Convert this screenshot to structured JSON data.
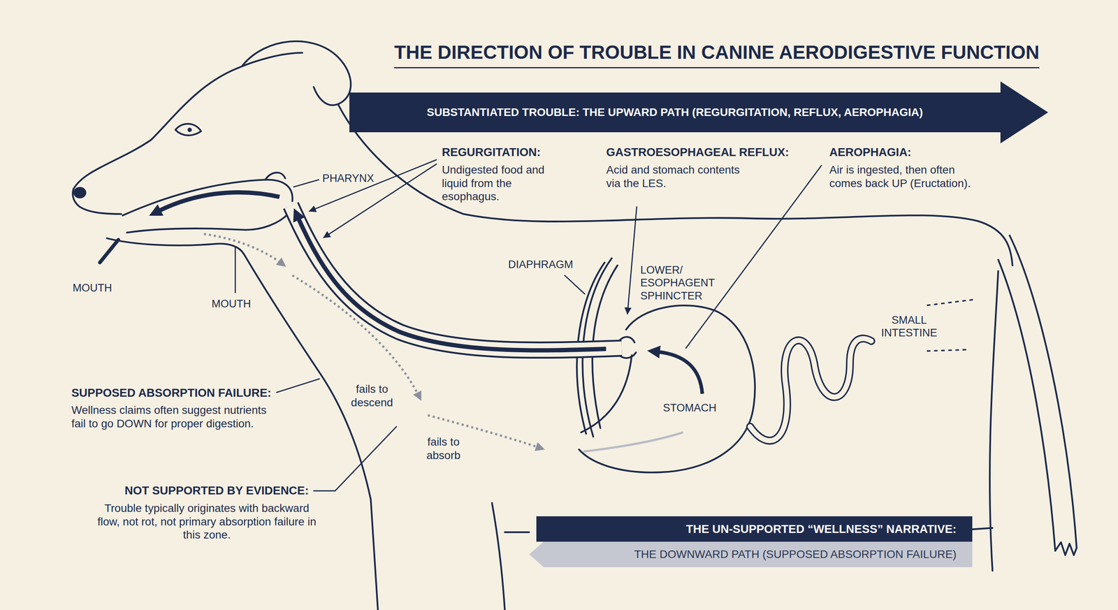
{
  "diagram": {
    "title": "THE DIRECTION OF TROUBLE IN CANINE AERODIGESTIVE FUNCTION",
    "nodes": [
      {
        "text": [
          "SUBSTANTIATED TROUBLE: THE UPWARD PATH (REGURGITATION, REFLUX, AEROPHAGIA)"
        ]
      },
      {
        "text": [
          "THE UN-SUPPORTED “WELLNESS” NARRATIVE:",
          "THE DOWNWARD PATH (SUPPOSED ABSORPTION FAILURE)"
        ]
      }
    ],
    "labels": [
      "REGURGITATION:",
      "Undigested food and liquid from the esophagus.",
      "GASTROESOPHAGEAL REFLUX:",
      "Acid and stomach contents via the LES.",
      "AEROPHAGIA:",
      "Air is ingested, then often comes back UP (Eructation).",
      "PHARYNX",
      "DIAPHRAGM",
      "LOWER/ ESOPHAGENT SPHINCTER",
      "MOUTH",
      "MOUTH",
      "SMALL INTESTINE",
      "SUPPOSED ABSORPTION FAILURE:",
      "Wellness claims often suggest nutrients fail to go DOWN for proper digestion.",
      "fails to descend",
      "STOMACH",
      "fails to absorb",
      "NOT SUPPORTED BY EVIDENCE:",
      "Trouble typically originates with backward flow, not rot, not primary absorption failure in this zone."
    ]
  }
}
